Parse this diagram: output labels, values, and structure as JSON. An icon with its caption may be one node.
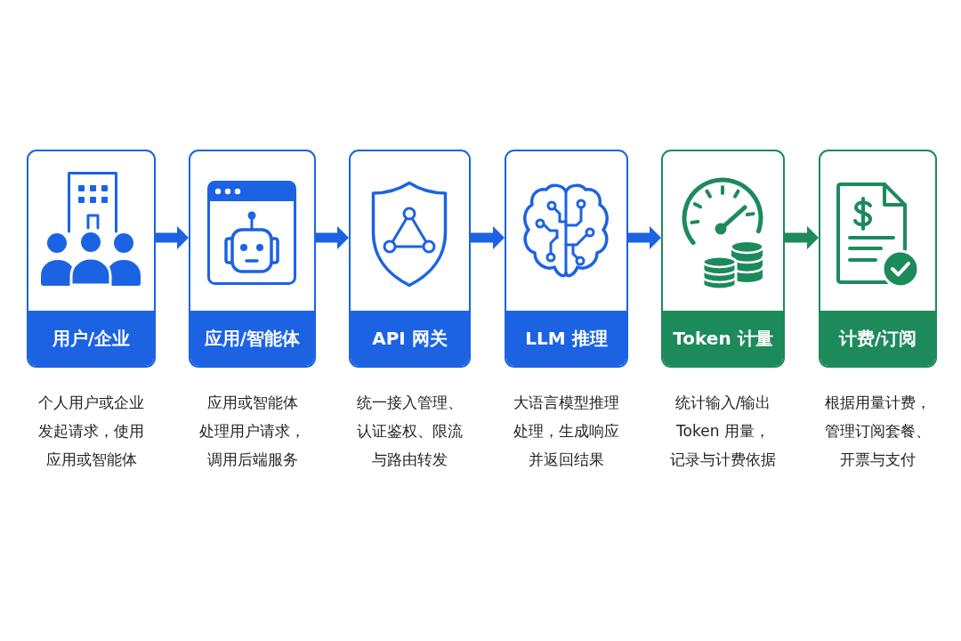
{
  "diagram": {
    "nodes": [
      {
        "text": [
          "用户/企业"
        ],
        "beside": [
          "个人用户或企业发起请求，使用应用或智能体"
        ]
      },
      {
        "text": [
          "应用/智能体"
        ],
        "beside": [
          "应用或智能体处理用户请求，调用后端服务"
        ]
      },
      {
        "text": [
          "API 网关"
        ],
        "beside": [
          "统一接入管理、认证鉴权、限流与路由转发"
        ]
      },
      {
        "text": [
          "LLM 推理"
        ],
        "beside": [
          "大语言模型推理处理，生成响应并返回结果"
        ]
      },
      {
        "text": [
          "Token 计量"
        ],
        "beside": [
          "统计输入/输出Token 用量，记录与计费依据"
        ]
      },
      {
        "text": [
          "计费/订阅"
        ],
        "beside": [
          "根据用量计费，管理订阅套餐、开票与支付"
        ]
      }
    ],
    "edges": [
      {
        "from": 0,
        "to": 1,
        "arrow": "to"
      },
      {
        "from": 1,
        "to": 2,
        "arrow": "to"
      },
      {
        "from": 2,
        "to": 3,
        "arrow": "to"
      },
      {
        "from": 3,
        "to": 4,
        "arrow": "to"
      },
      {
        "from": 4,
        "to": 5,
        "arrow": "to",
        "color": "#1d8a5c"
      }
    ]
  }
}
